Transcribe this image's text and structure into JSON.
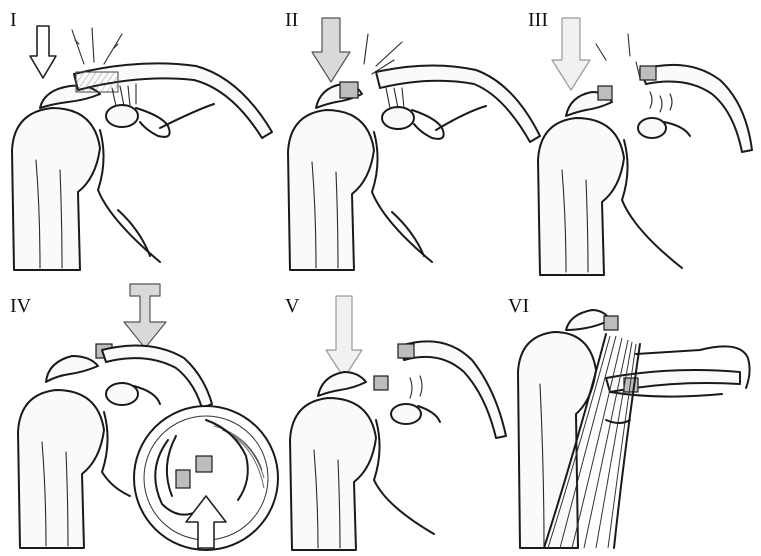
{
  "panels": [
    {
      "numeral": "I"
    },
    {
      "numeral": "II"
    },
    {
      "numeral": "III"
    },
    {
      "numeral": "IV"
    },
    {
      "numeral": "V"
    },
    {
      "numeral": "VI"
    }
  ]
}
